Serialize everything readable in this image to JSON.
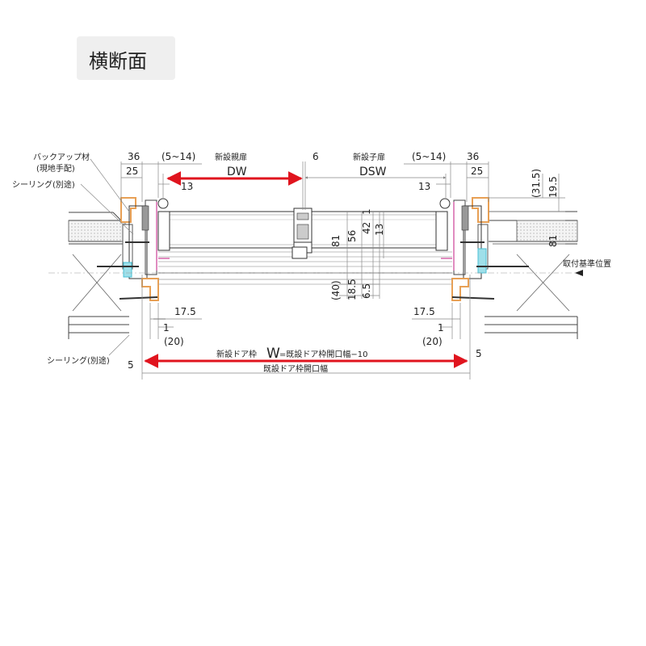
{
  "title": "横断面",
  "labels": {
    "backup_material": "バックアップ材",
    "site_arranged": "(現地手配)",
    "sealing_top": "シーリング(別途)",
    "sealing_bottom": "シーリング(別途)",
    "main_door": "新設親扉",
    "sub_door": "新設子扉",
    "dw": "DW",
    "dsw": "DSW",
    "mount_reference": "取付基準位置",
    "frame_w_prefix": "新設ドア枠",
    "frame_w_var": "W",
    "frame_w_suffix": "=既設ドア枠開口幅−10",
    "existing_opening": "既設ドア枠開口幅"
  },
  "dims": {
    "l36": "36",
    "l25": "25",
    "l514": "(5~14)",
    "l13": "13",
    "c6": "6",
    "r514": "(5~14)",
    "r36": "36",
    "r25": "25",
    "r13": "13",
    "r315": "(31.5)",
    "r195": "19.5",
    "r81": "81",
    "c81": "81",
    "c56": "56",
    "c42": "42",
    "c1": "1",
    "c13": "13",
    "c40": "(40)",
    "c185": "18.5",
    "c65": "6.5",
    "l175": "17.5",
    "l1": "1",
    "l20": "(20)",
    "l5": "5",
    "r175": "17.5",
    "r1": "1",
    "r20": "(20)",
    "r5": "5"
  },
  "colors": {
    "arrow_red": "#e0141e",
    "frame_orange": "#e8a055",
    "seal_pink": "#d86fb0",
    "cyan": "#48c2d6",
    "title_bg": "#efefef"
  }
}
